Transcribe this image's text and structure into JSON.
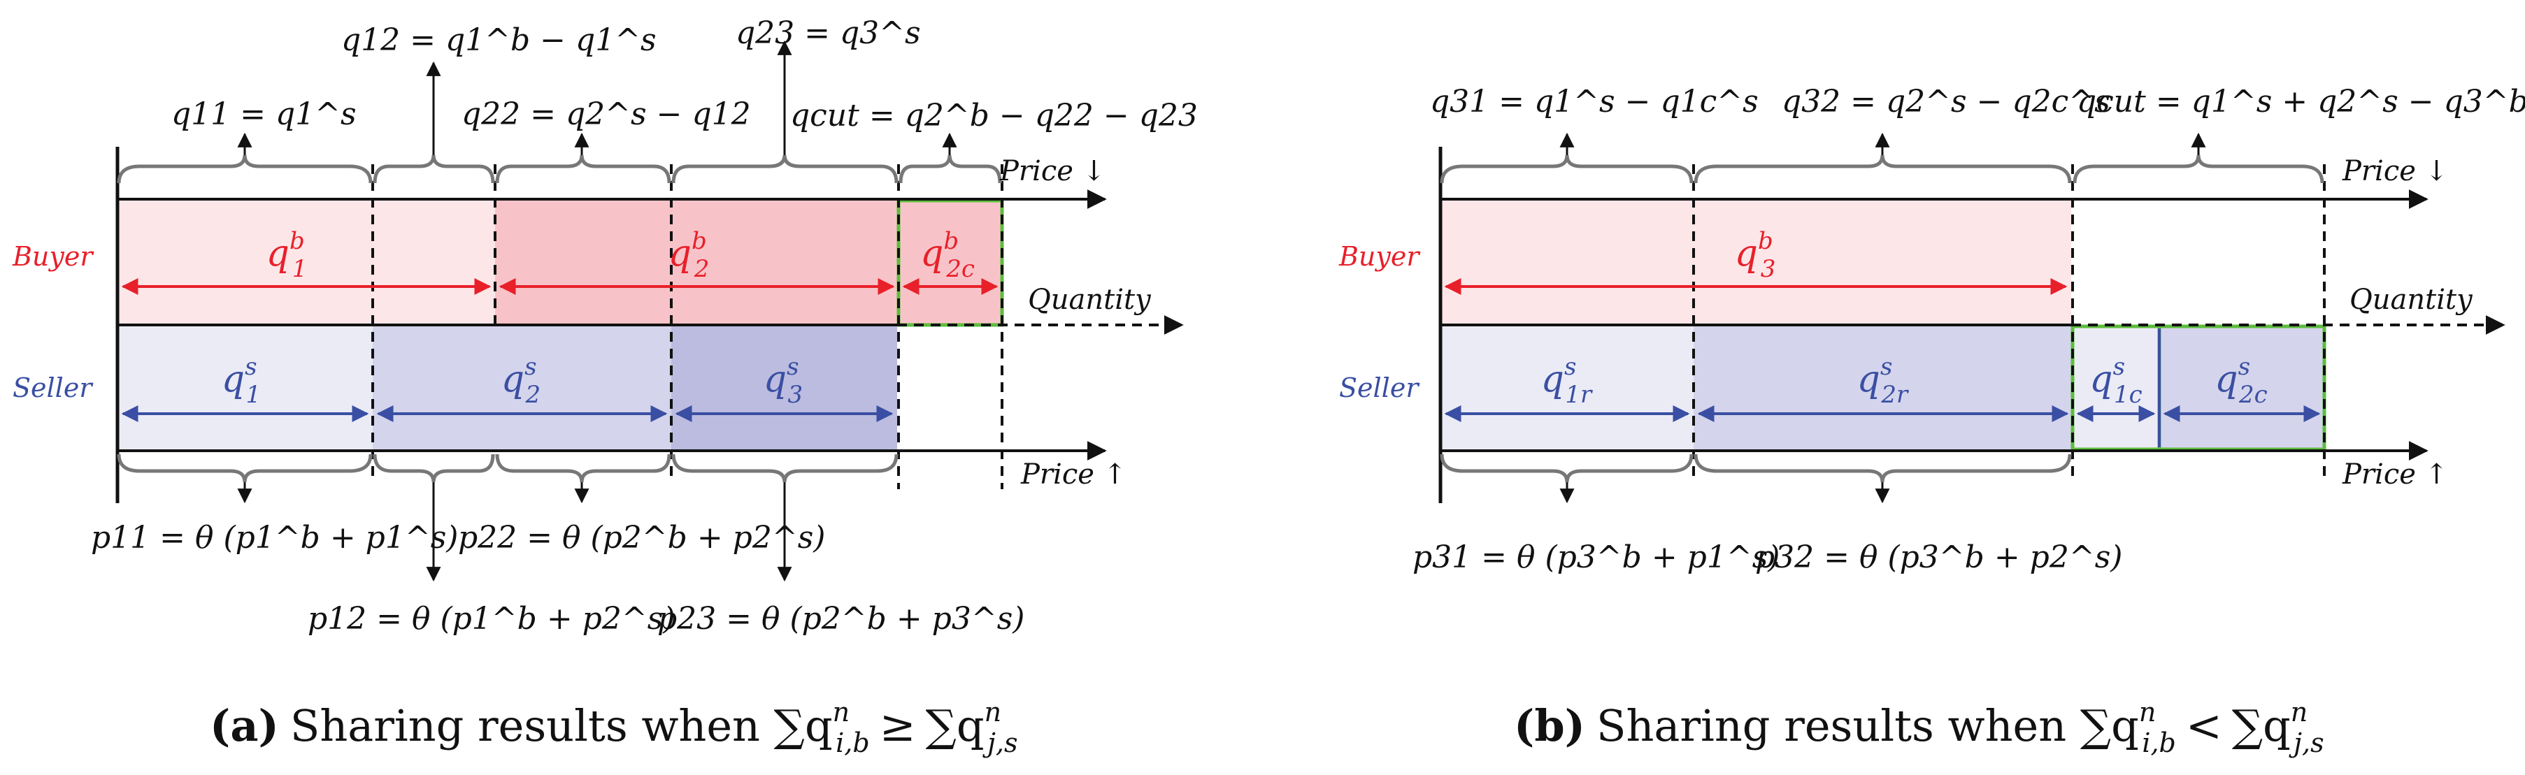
{
  "panel_a": {
    "axis": {
      "price_down": "Price ↓",
      "price_up": "Price ↑",
      "quantity": "Quantity"
    },
    "rows": {
      "buyer": "Buyer",
      "seller": "Seller"
    },
    "buyer_segments": [
      {
        "main": "q",
        "sup": "b",
        "sub": "1"
      },
      {
        "main": "q",
        "sup": "b",
        "sub": "2"
      },
      {
        "main": "q",
        "sup": "b",
        "sub": "2c"
      }
    ],
    "seller_segments": [
      {
        "main": "q",
        "sup": "s",
        "sub": "1"
      },
      {
        "main": "q",
        "sup": "s",
        "sub": "2"
      },
      {
        "main": "q",
        "sup": "s",
        "sub": "3"
      }
    ],
    "top_annotations": [
      "q11 = q1^s",
      "q12 = q1^b − q1^s",
      "q22 = q2^s − q12",
      "q23 = q3^s",
      "qcut = q2^b − q22 − q23"
    ],
    "bottom_annotations": [
      "p11 = θ (p1^b + p1^s)",
      "p12 = θ (p1^b + p2^s)",
      "p22 = θ (p2^b + p2^s)",
      "p23 = θ (p2^b + p3^s)"
    ],
    "caption": {
      "tag": "(a)",
      "text": "Sharing results when ∑q",
      "op": "≥"
    }
  },
  "panel_b": {
    "axis": {
      "price_down": "Price ↓",
      "price_up": "Price ↑",
      "quantity": "Quantity"
    },
    "rows": {
      "buyer": "Buyer",
      "seller": "Seller"
    },
    "buyer_segments": [
      {
        "main": "q",
        "sup": "b",
        "sub": "3"
      }
    ],
    "seller_segments": [
      {
        "main": "q",
        "sup": "s",
        "sub": "1r"
      },
      {
        "main": "q",
        "sup": "s",
        "sub": "2r"
      },
      {
        "main": "q",
        "sup": "s",
        "sub": "1c"
      },
      {
        "main": "q",
        "sup": "s",
        "sub": "2c"
      }
    ],
    "top_annotations": [
      "q31 = q1^s − q1c^s",
      "q32 = q2^s − q2c^s",
      "qcut = q1^s + q2^s − q3^b"
    ],
    "bottom_annotations": [
      "p31 = θ (p3^b + p1^s)",
      "p32 = θ (p3^b + p2^s)"
    ],
    "caption": {
      "tag": "(b)",
      "text": "Sharing results when ∑q",
      "op": "<"
    }
  },
  "colors": {
    "buyer_text": "#e8202a",
    "seller_text": "#3a4fa3",
    "buyer_light": "#fde6e8",
    "buyer_dark": "#f8c3c8",
    "seller_light": "#ebebf6",
    "seller_mid": "#d4d4ec",
    "seller_dark": "#bbbcdf",
    "green": "#5cbd3c"
  }
}
